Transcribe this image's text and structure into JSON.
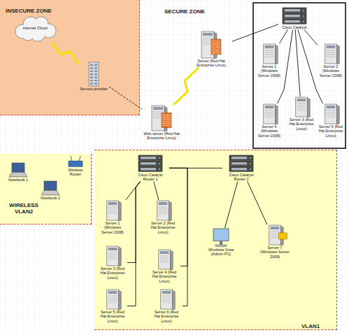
{
  "diagram": {
    "nodes": [
      {
        "text": [
          "INSECURE ZONE"
        ]
      },
      {
        "text": [
          "Internet Cloud"
        ],
        "in": 0
      },
      {
        "text": [
          "Service provider"
        ],
        "in": 0
      },
      {
        "text": [
          "SECURE ZONE"
        ]
      },
      {
        "text": [
          "Server (Red Hat Enterprise Linux)"
        ],
        "in": 3
      },
      {
        "text": [
          "Cisco Catalyst"
        ],
        "in": 3
      },
      {
        "text": [
          "Server 1 (Windows Server 2008)"
        ],
        "in": 3
      },
      {
        "text": [
          "Server 2 (Windows Server 2008)"
        ],
        "in": 3
      },
      {
        "text": [
          "Server 3 (Red Hat Enterprise Linux)"
        ],
        "in": 3
      },
      {
        "text": [
          "Server 4 (Windows Server 2008)"
        ],
        "in": 3
      },
      {
        "text": [
          "Server 5 (Red Hat Enterprise Linux)"
        ],
        "in": 3
      },
      {
        "text": [
          "Web server (Red Hat Enterprise Linux)"
        ],
        "in": 3
      },
      {
        "text": [
          "WIRELESS VLAN2"
        ]
      },
      {
        "text": [
          "Wireless Router"
        ],
        "in": 12
      },
      {
        "text": [
          "Notebook 1"
        ],
        "in": 12
      },
      {
        "text": [
          "Notebook 2"
        ],
        "in": 12
      },
      {
        "text": [
          "VLAN1"
        ]
      },
      {
        "text": [
          "Cisco Catalyst Router 1"
        ],
        "in": 16
      },
      {
        "text": [
          "Cisco Catalyst Router 2"
        ],
        "in": 16
      },
      {
        "text": [
          "Server 1 (Windows Server 2008)"
        ],
        "in": 16
      },
      {
        "text": [
          "Server 2 (Red Hat Enterprise Linux)"
        ],
        "in": 16
      },
      {
        "text": [
          "Server 3 (Red Hat Enterprise Linux)"
        ],
        "in": 16
      },
      {
        "text": [
          "Server 4 (Red Hat Enterprise Linux)"
        ],
        "in": 16
      },
      {
        "text": [
          "Server 5 (Red Hat Enterprise Linux)"
        ],
        "in": 16
      },
      {
        "text": [
          "Server 6 (Red Hat Enterprise Linux)"
        ],
        "in": 16
      },
      {
        "text": [
          "Windows Vista (Admin PC)"
        ],
        "in": 16
      },
      {
        "text": [
          "Server 7 (Windows Server 2008)"
        ],
        "in": 16
      }
    ],
    "edges": [
      {
        "from": 1,
        "to": 2,
        "arrow": "none"
      },
      {
        "from": 2,
        "to": 11,
        "arrow": "none"
      },
      {
        "from": 11,
        "to": 4,
        "arrow": "none"
      },
      {
        "from": 4,
        "to": 5,
        "arrow": "none"
      },
      {
        "from": 5,
        "to": 6,
        "arrow": "none"
      },
      {
        "from": 5,
        "to": 7,
        "arrow": "none"
      },
      {
        "from": 5,
        "to": 8,
        "arrow": "none"
      },
      {
        "from": 5,
        "to": 9,
        "arrow": "none"
      },
      {
        "from": 5,
        "to": 10,
        "arrow": "none"
      },
      {
        "from": 17,
        "to": 18,
        "arrow": "none"
      },
      {
        "from": 17,
        "to": 19,
        "arrow": "none"
      },
      {
        "from": 17,
        "to": 20,
        "arrow": "none"
      },
      {
        "from": 17,
        "to": 21,
        "arrow": "none"
      },
      {
        "from": 17,
        "to": 22,
        "arrow": "none"
      },
      {
        "from": 17,
        "to": 23,
        "arrow": "none"
      },
      {
        "from": 17,
        "to": 24,
        "arrow": "none"
      },
      {
        "from": 18,
        "to": 25,
        "arrow": "none"
      },
      {
        "from": 18,
        "to": 26,
        "arrow": "none"
      }
    ]
  }
}
